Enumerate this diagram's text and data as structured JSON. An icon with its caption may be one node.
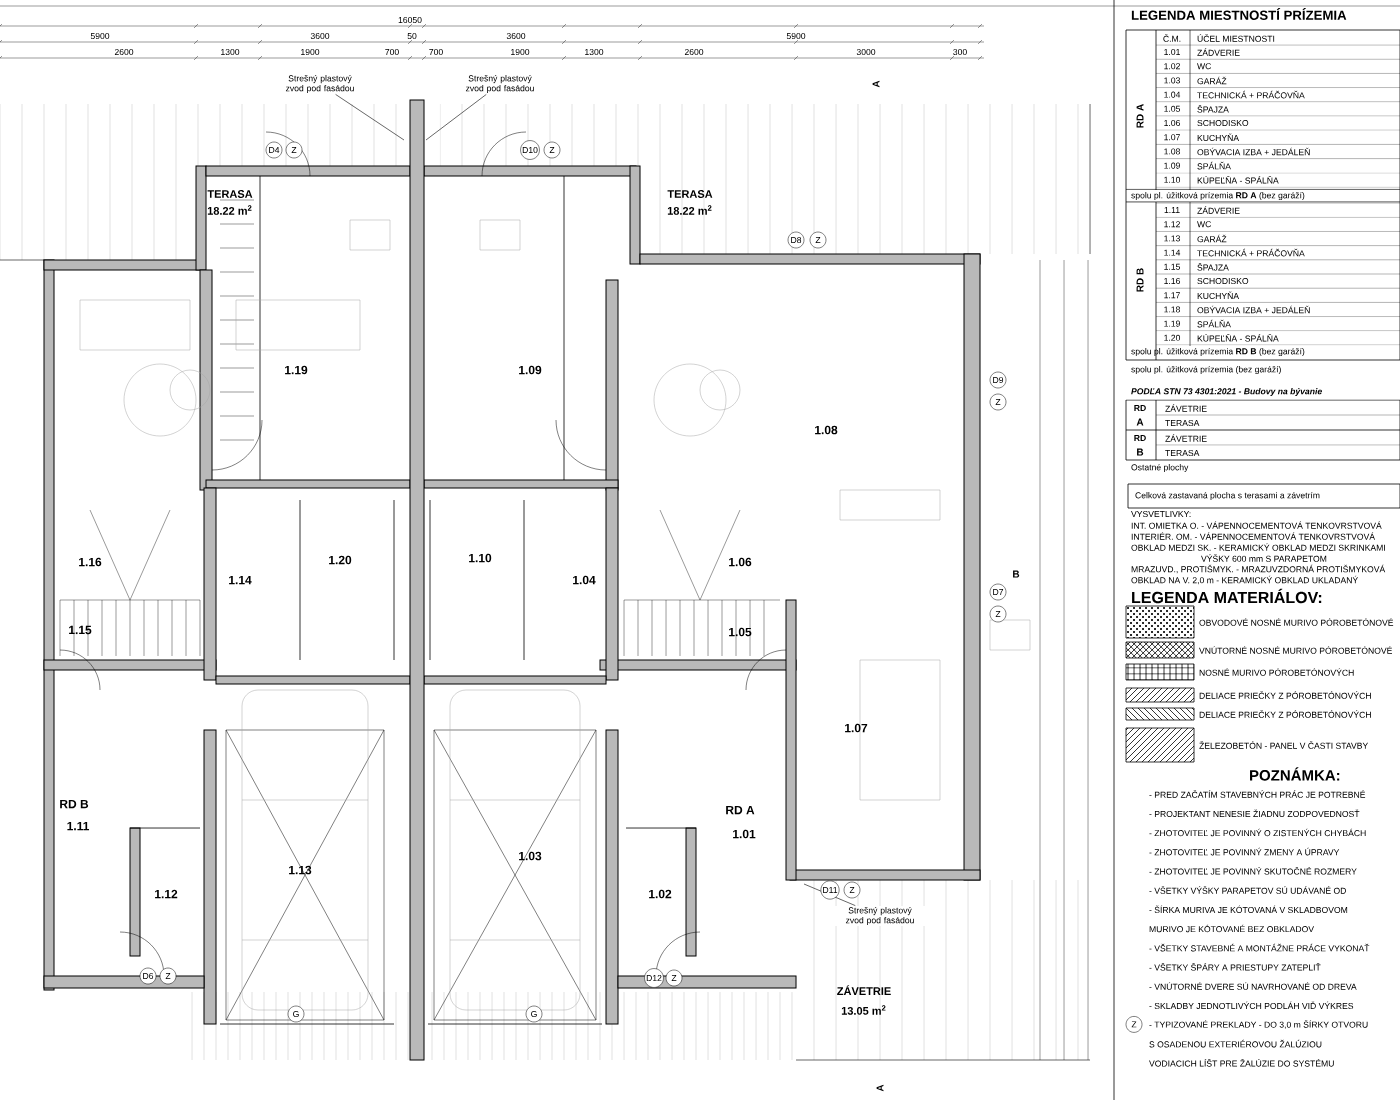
{
  "diagram": {
    "nodes": [
      {
        "text": [
          "Strešný plastový zvod pod fasádou"
        ]
      },
      {
        "text": [
          "Strešný plastový zvod pod fasádou"
        ]
      },
      {
        "text": [
          "Strešný plastový zvod pod fasádou"
        ]
      }
    ],
    "edges": [
      {
        "from": 0,
        "to": null,
        "arrow": "none"
      },
      {
        "from": 1,
        "to": null,
        "arrow": "none"
      },
      {
        "from": 2,
        "to": null,
        "arrow": "none"
      }
    ],
    "labels": [
      "16050",
      "5900",
      "3600",
      "50",
      "3600",
      "5900",
      "2600",
      "1300",
      "1900",
      "700",
      "700",
      "1900",
      "1300",
      "2600",
      "3000",
      "300",
      "TERASA",
      "18.22 m$^{2}$",
      "TERASA",
      "18.22 m$^{2}$",
      "1.19",
      "1.09",
      "1.08",
      "1.16",
      "1.14",
      "1.20",
      "1.10",
      "1.04",
      "1.06",
      "1.15",
      "1.05",
      "1.07",
      "RD B",
      "1.11",
      "1.12",
      "1.13",
      "1.03",
      "1.02",
      "RD A",
      "1.01",
      "ZÁVETRIE",
      "13.05 m$^{2}$",
      "D4",
      "Z",
      "D10",
      "Z",
      "D8",
      "Z",
      "D9",
      "Z",
      "D7",
      "Z",
      "D6",
      "Z",
      "D12",
      "Z",
      "D11",
      "Z",
      "G",
      "G",
      "A",
      "B",
      "A",
      "LEGENDA MIESTNOSTÍ PRÍZEMIA",
      "RD A",
      "RD B",
      "Č.M.",
      "ÚČEL MIESTNOSTI",
      "1.01",
      "ZÁDVERIE",
      "1.02",
      "WC",
      "1.03",
      "GARÁŽ",
      "1.04",
      "TECHNICKÁ + PRÁČOVŇA",
      "1.05",
      "ŠPAJZA",
      "1.06",
      "SCHODISKO",
      "1.07",
      "KUCHYŇA",
      "1.08",
      "OBÝVACIA IZBA + JEDÁLEŇ",
      "1.09",
      "SPÁLŇA",
      "1.10",
      "KÚPEĽŇA - SPÁLŇA",
      "spolu pl. úžitková prízemia **RD A** (bez garáží)",
      "1.11",
      "ZÁDVERIE",
      "1.12",
      "WC",
      "1.13",
      "GARÁŽ",
      "1.14",
      "TECHNICKÁ + PRÁČOVŇA",
      "1.15",
      "ŠPAJZA",
      "1.16",
      "SCHODISKO",
      "1.17",
      "KUCHYŇA",
      "1.18",
      "OBÝVACIA IZBA + JEDÁLEŇ",
      "1.19",
      "SPÁLŇA",
      "1.20",
      "KÚPEĽŇA - SPÁLŇA",
      "spolu pl. úžitková prízemia **RD B** (bez garáží)",
      "spolu pl. úžitková prízemia (bez garáží)",
      "PODĽA STN 73 4301:2021 - Budovy na bývanie",
      "RD",
      "A",
      "ZÁVETRIE",
      "TERASA",
      "RD",
      "B",
      "ZÁVETRIE",
      "TERASA",
      "Ostatné plochy",
      "Celková zastavaná plocha s terasami a závetrím",
      "VYSVETLIVKY:",
      "INT. OMIETKA O. - VÁPENNOCEMENTOVÁ TENKOVRSTVOVÁ",
      "INTERIÉR. OM. - VÁPENNOCEMENTOVÁ TENKOVRSTVOVÁ",
      "OBKLAD MEDZI SK. - KERAMICKÝ OBKLAD MEDZI SKRINKAMI",
      "VÝŠKY 600 mm S PARAPETOM",
      "MRAZUVD., PROTIŠMYK. - MRAZUVZDORNÁ PROTIŠMYKOVÁ",
      "OBKLAD NA V. 2,0 m - KERAMICKÝ OBKLAD UKLADANÝ",
      "LEGENDA MATERIÁLOV:",
      "POZNÁMKA:",
      "- PRED ZAČATÍM STAVEBNÝCH PRÁC JE POTREBNÉ",
      "- PROJEKTANT NENESIE ŽIADNU ZODPOVEDNOSŤ",
      "- ZHOTOVITEĽ JE POVINNÝ O ZISTENÝCH CHYBÁCH",
      "- ZHOTOVITEĽ JE POVINNÝ ZMENY A ÚPRAVY",
      "- ZHOTOVITEĽ JE POVINNÝ SKUTOČNÉ ROZMERY",
      "- VŠETKY VÝŠKY PARAPETOV SÚ UDÁVANÉ OD",
      "- ŠÍRKA MURIVA JE KÓTOVANÁ V SKLADBOVOM",
      "MURIVO JE KÓTOVANÉ BEZ OBKLADOV",
      "- VŠETKY STAVEBNÉ A MONTÁŽNE PRÁCE VYKONAŤ",
      "- VŠETKY ŠPÁRY A PRIESTUPY ZATEPLIŤ",
      "- VNÚTORNÉ DVERE SÚ NAVRHOVANÉ OD DREVA",
      "- SKLADBY JEDNOTLIVÝCH PODLÁH VIĎ VÝKRES",
      "- TYPIZOVANÉ PREKLADY - DO 3,0 m ŠÍRKY OTVORU",
      "S OSADENOU EXTERIÉROVOU ŽALÚZIOU",
      "VODIACICH LÍŠT PRE ŽALÚZIE DO SYSTÉMU",
      "Z"
    ],
    "legend": [
      {
        "text": "OBVODOVÉ NOSNÉ MURIVO PÓROBETÓNOVÉ"
      },
      {
        "text": "VNÚTORNÉ NOSNÉ MURIVO PÓROBETÓNOVÉ"
      },
      {
        "text": "NOSNÉ MURIVO PÓROBETÓNOVÝCH"
      },
      {
        "text": "DELIACE PRIEČKY Z PÓROBETÓNOVÝCH"
      },
      {
        "text": "DELIACE PRIEČKY Z PÓROBETÓNOVÝCH"
      },
      {
        "text": "ŽELEZOBETÓN - PANEL V ČASTI STAVBY"
      }
    ]
  }
}
